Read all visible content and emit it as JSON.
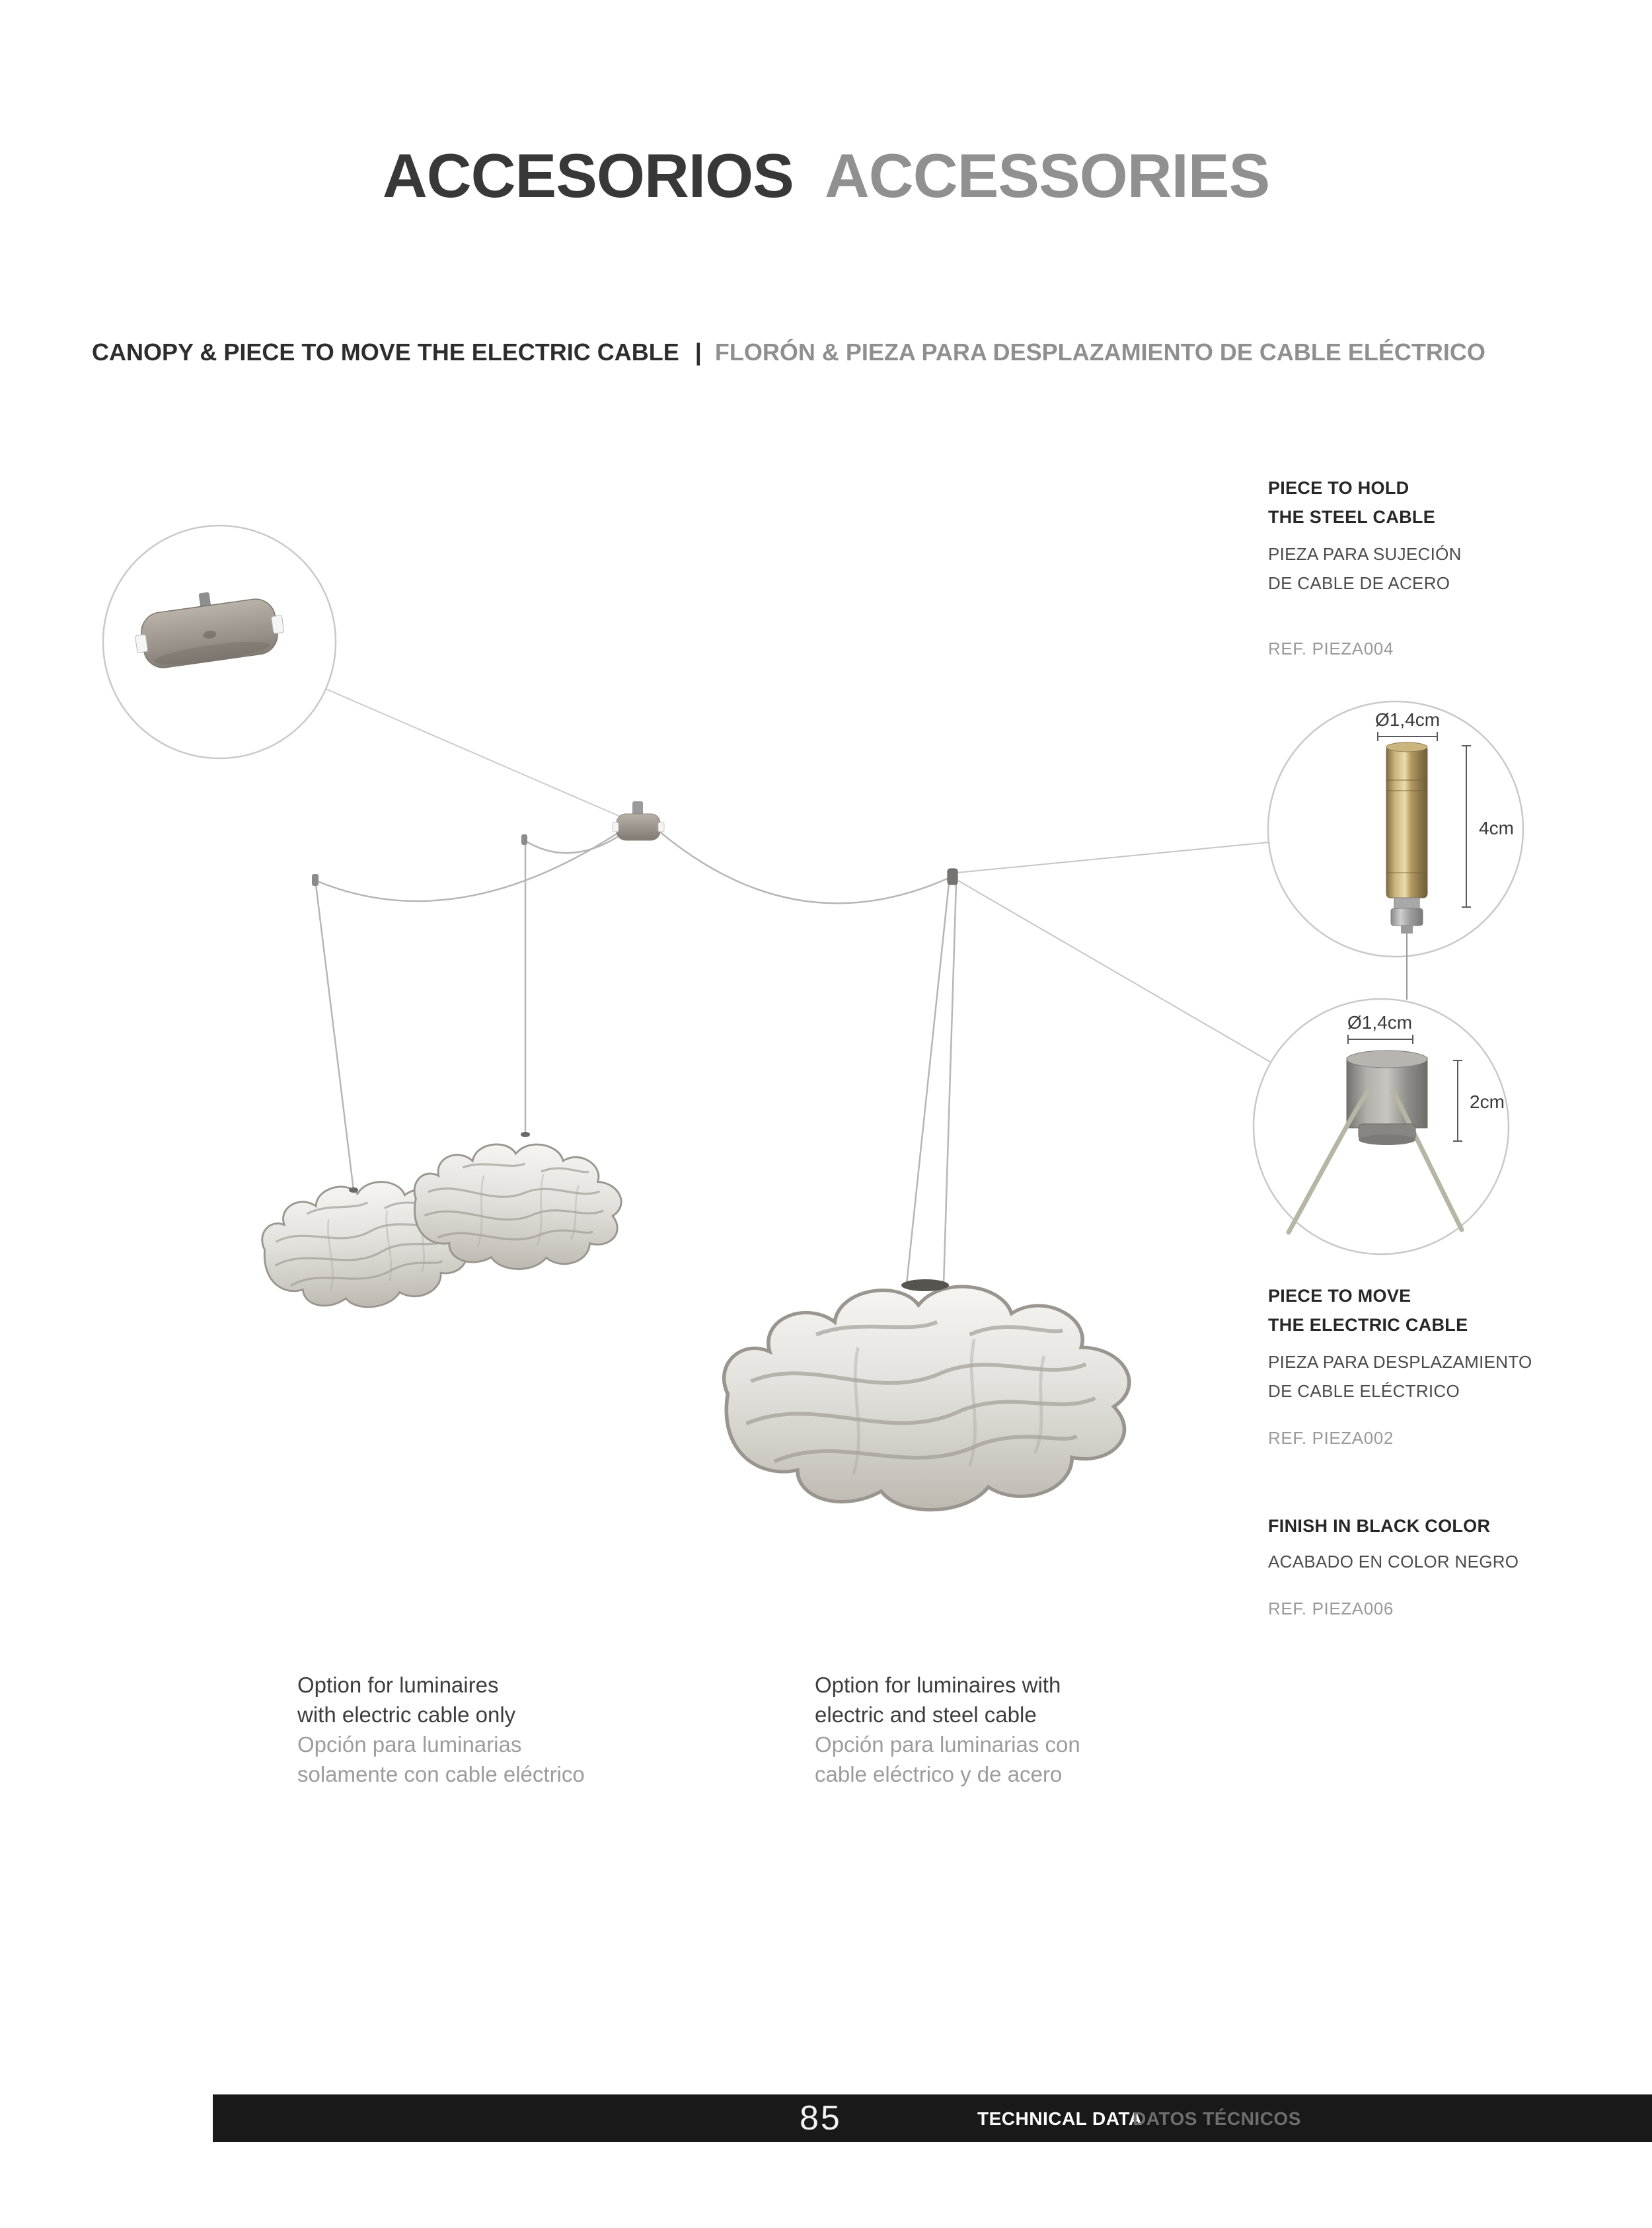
{
  "page": {
    "title_primary": "ACCESORIOS",
    "title_secondary": "ACCESSORIES",
    "section_heading_en": "CANOPY & PIECE TO MOVE THE ELECTRIC CABLE",
    "section_separator": "|",
    "section_heading_es": "FLORÓN & PIEZA PARA DESPLAZAMIENTO DE CABLE ELÉCTRICO"
  },
  "details": {
    "hold_piece": {
      "title_line1": "PIECE TO HOLD",
      "title_line2": "THE STEEL CABLE",
      "subtitle_line1": "PIEZA PARA SUJECIÓN",
      "subtitle_line2": "DE CABLE DE ACERO",
      "ref": "REF. PIEZA004",
      "diameter_label": "Ø1,4cm",
      "height_label": "4cm"
    },
    "move_piece": {
      "title_line1": "PIECE TO MOVE",
      "title_line2": "THE ELECTRIC CABLE",
      "subtitle_line1": "PIEZA PARA DESPLAZAMIENTO",
      "subtitle_line2": "DE CABLE ELÉCTRICO",
      "ref": "REF. PIEZA002",
      "diameter_label": "Ø1,4cm",
      "height_label": "2cm"
    },
    "black_finish": {
      "title": "FINISH IN BLACK COLOR",
      "subtitle": "ACABADO EN COLOR NEGRO",
      "ref": "REF. PIEZA006"
    }
  },
  "captions": {
    "left": {
      "en_line1": "Option for luminaires",
      "en_line2": "with electric cable only",
      "es_line1": "Opción para luminarias",
      "es_line2": "solamente con cable eléctrico"
    },
    "right": {
      "en_line1": "Option for luminaires with",
      "en_line2": "electric and steel cable",
      "es_line1": "Opción para luminarias con",
      "es_line2": "cable eléctrico y de acero"
    }
  },
  "footer": {
    "page_number": "85",
    "label_en": "TECHNICAL DATA",
    "label_es": "DATOS TÉCNICOS"
  },
  "colors": {
    "title_primary": "#383838",
    "title_secondary": "#909090",
    "footer_bg": "#191919",
    "brass": "#b49a5f",
    "cable_gray": "#b6b6b6"
  }
}
